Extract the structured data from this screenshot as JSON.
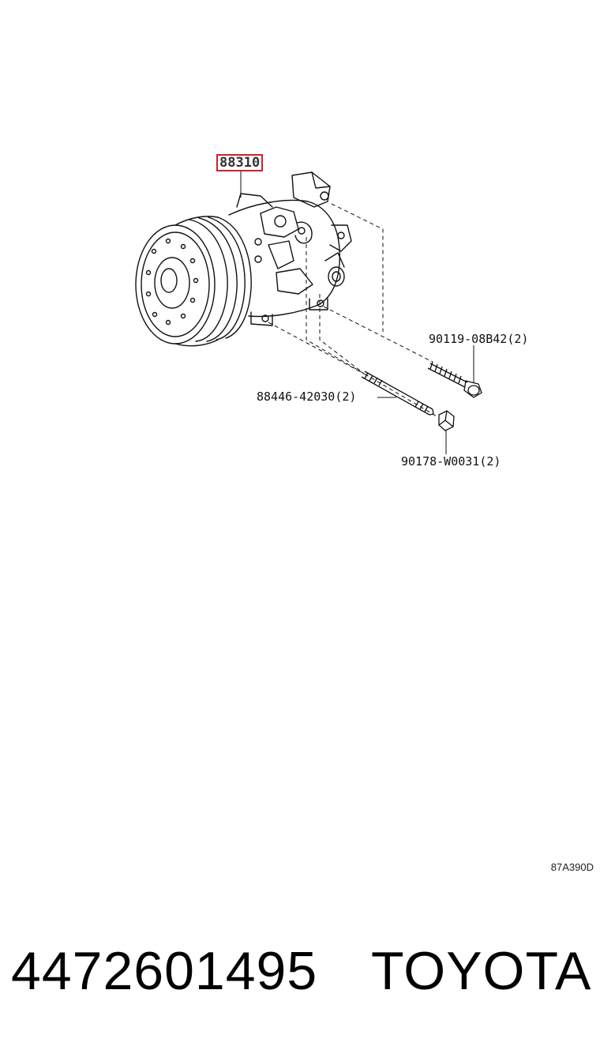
{
  "diagram": {
    "callouts": {
      "main": "88310",
      "bolt": "90119-08B42(2)",
      "stud": "88446-42030(2)",
      "nut": "90178-W0031(2)"
    },
    "figure_code": "87A390D",
    "highlight_color": "#d0202a"
  },
  "footer": {
    "part_number": "4472601495",
    "brand": "TOYOTA"
  }
}
